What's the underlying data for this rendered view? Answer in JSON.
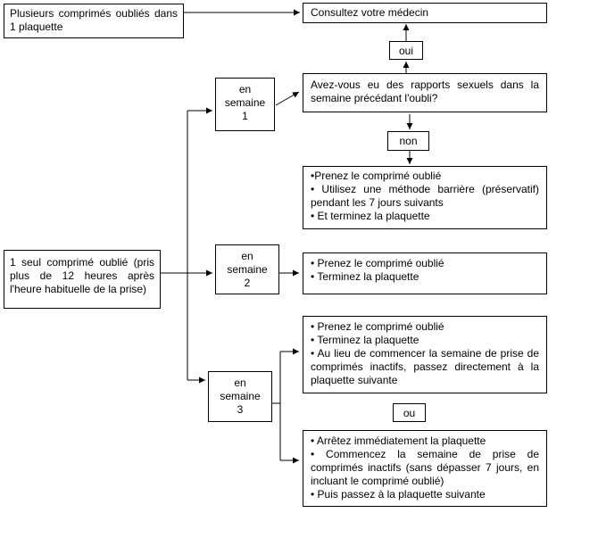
{
  "flowchart": {
    "box_multiple_forgotten": "Plusieurs comprimés oubliés dans 1 plaquette",
    "box_consult": "Consultez votre médecin",
    "label_oui": "oui",
    "box_question": "Avez-vous eu des rapports sexuels dans la semaine précédant l'oubli?",
    "label_non": "non",
    "box_week1_actions": [
      "•Prenez le comprimé oublié",
      "• Utilisez une méthode barrière (préservatif) pendant les 7 jours suivants",
      "• Et terminez la plaquette"
    ],
    "box_single_forgotten": "1 seul comprimé oublié (pris plus de 12 heures après l'heure habituelle de la prise)",
    "week1": [
      "en",
      "semaine",
      "1"
    ],
    "week2": [
      "en",
      "semaine",
      "2"
    ],
    "week3": [
      "en",
      "semaine",
      "3"
    ],
    "box_week2_actions": [
      "• Prenez le comprimé oublié",
      "• Terminez la plaquette"
    ],
    "box_week3_option1": [
      "• Prenez le comprimé oublié",
      "• Terminez la plaquette",
      "• Au lieu de commencer la semaine de prise de comprimés inactifs, passez directement à la plaquette suivante"
    ],
    "label_ou": "ou",
    "box_week3_option2": [
      "• Arrêtez immédiatement la plaquette",
      "• Commencez la semaine de prise de comprimés inactifs (sans dépasser 7 jours, en incluant le comprimé oublié)",
      "• Puis passez à la plaquette suivante"
    ]
  }
}
